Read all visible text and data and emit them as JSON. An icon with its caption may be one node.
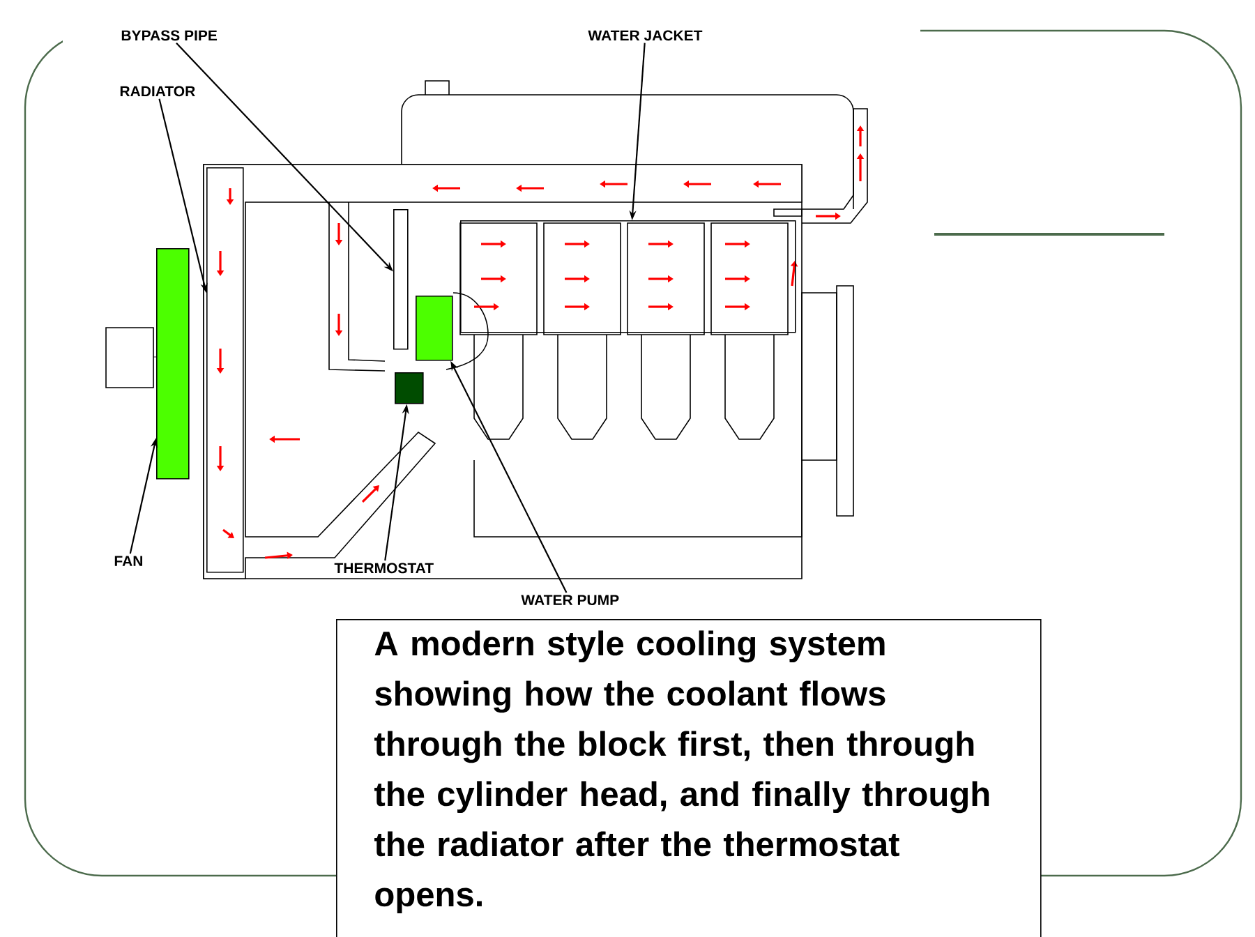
{
  "diagram": {
    "caption": "A modern style cooling system showing how the coolant flows through the block first, then through the cylinder head, and finally through the radiator after the thermostat opens.",
    "nodes": [
      {
        "text": [
          "BYPASS PIPE"
        ]
      },
      {
        "text": [
          "RADIATOR"
        ]
      },
      {
        "text": [
          "WATER JACKET"
        ]
      },
      {
        "text": [
          "FAN"
        ]
      },
      {
        "text": [
          "THERMOSTAT"
        ]
      },
      {
        "text": [
          "WATER PUMP"
        ]
      },
      {
        "text": [],
        "shape": "bar"
      },
      {
        "text": [],
        "shape": "box"
      },
      {
        "text": [],
        "shape": "box"
      },
      {
        "text": [],
        "shape": "box"
      },
      {
        "text": [],
        "shape": "box"
      },
      {
        "text": [],
        "shape": "box"
      }
    ],
    "edges": [
      {
        "from": 0,
        "to": 6,
        "arrow": "to"
      },
      {
        "from": 1,
        "to": 7,
        "arrow": "to"
      },
      {
        "from": 2,
        "to": 8,
        "arrow": "to"
      },
      {
        "from": 3,
        "to": 9,
        "arrow": "to"
      },
      {
        "from": 4,
        "to": 10,
        "arrow": "to"
      },
      {
        "from": 5,
        "to": 11,
        "arrow": "to"
      }
    ]
  }
}
